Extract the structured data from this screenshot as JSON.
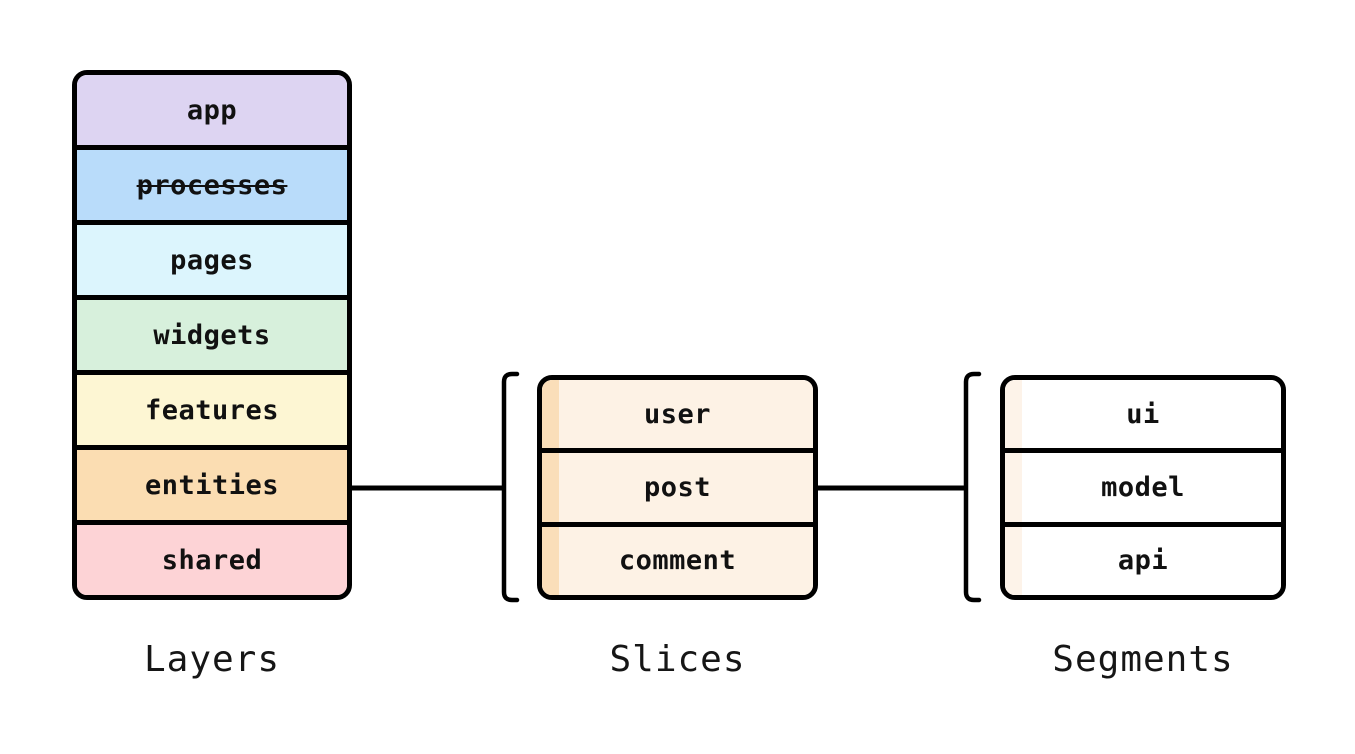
{
  "canvas": {
    "background": "#ffffff",
    "stroke_color": "#000000",
    "text_color": "#111111"
  },
  "layers": {
    "caption": "Layers",
    "items": [
      {
        "label": "app",
        "color": "#ddd4f2",
        "strikethrough": false
      },
      {
        "label": "processes",
        "color": "#b9dcfa",
        "strikethrough": true
      },
      {
        "label": "pages",
        "color": "#dcf5fd",
        "strikethrough": false
      },
      {
        "label": "widgets",
        "color": "#d7f0dc",
        "strikethrough": false
      },
      {
        "label": "features",
        "color": "#fdf6d3",
        "strikethrough": false
      },
      {
        "label": "entities",
        "color": "#fbddb2",
        "strikethrough": false
      },
      {
        "label": "shared",
        "color": "#fdd3d6",
        "strikethrough": false
      }
    ]
  },
  "slices": {
    "caption": "Slices",
    "body_color": "#fdf2e5",
    "strip_color": "#fadeb9",
    "items": [
      {
        "label": "user"
      },
      {
        "label": "post"
      },
      {
        "label": "comment"
      }
    ]
  },
  "segments": {
    "caption": "Segments",
    "body_color": "#ffffff",
    "strip_color": "#fdf3e9",
    "items": [
      {
        "label": "ui"
      },
      {
        "label": "model"
      },
      {
        "label": "api"
      }
    ]
  }
}
